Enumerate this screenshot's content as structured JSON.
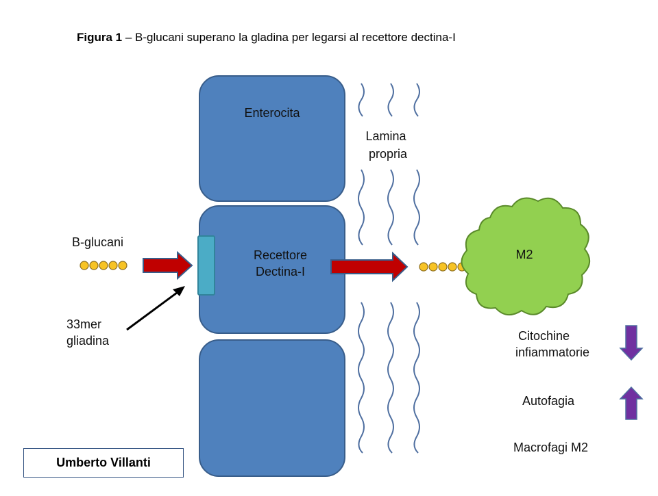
{
  "title": {
    "label": "Figura 1",
    "text": " – B-glucani superano la gladina per legarsi al recettore dectina-I"
  },
  "cells": {
    "enterocyte": "Enterocita",
    "receptor_line1": "Recettore",
    "receptor_line2": "Dectina-I"
  },
  "lamina": {
    "line1": "Lamina",
    "line2": "propria"
  },
  "labels": {
    "bglucani": "B-glucani",
    "gliadin_line1": "33mer",
    "gliadin_line2": "gliadina",
    "m2": "M2"
  },
  "effects": {
    "citochine_line1": "Citochine",
    "citochine_line2": "infiammatorie",
    "autofagia": "Autofagia",
    "macrofagi": "Macrofagi M2"
  },
  "author": "Umberto Villanti",
  "colors": {
    "cell_fill": "#4f81bd",
    "cell_stroke": "#385d8a",
    "receptor_fill": "#4bacc6",
    "arrow_red": "#c00000",
    "arrow_outline": "#385d8a",
    "bead_fill": "#f7c325",
    "bead_stroke": "#8c6d1f",
    "macrophage_fill": "#92d050",
    "macrophage_stroke": "#5a8a2a",
    "effect_arrow": "#7030a0",
    "fiber": "#4f6fa0"
  },
  "icons": [
    "red-arrow-icon",
    "black-arrow-icon",
    "purple-down-arrow-icon",
    "purple-up-arrow-icon",
    "bead-chain-icon",
    "cloud-macrophage-icon"
  ]
}
